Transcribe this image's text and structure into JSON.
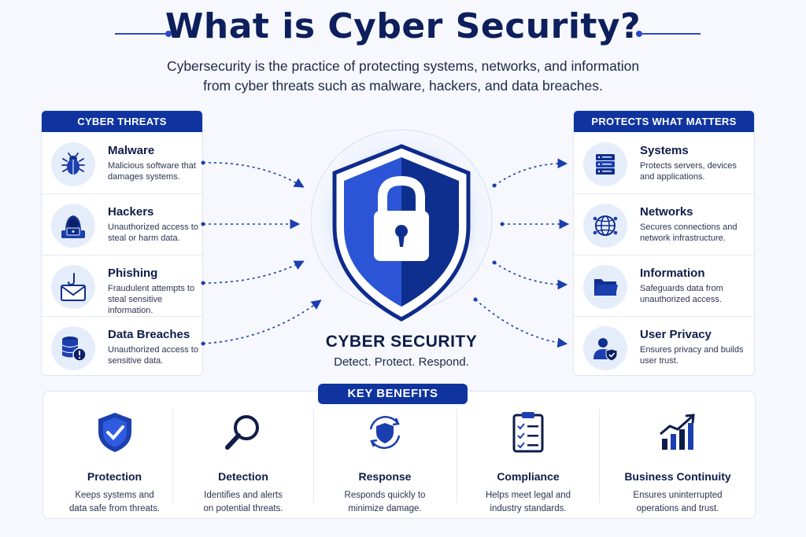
{
  "header": {
    "title": "What is Cyber Security?",
    "subtitle_line1": "Cybersecurity is the practice of protecting systems, networks, and information",
    "subtitle_line2": "from cyber threats such as malware, hackers, and data breaches."
  },
  "threats": {
    "heading": "CYBER THREATS",
    "items": [
      {
        "title": "Malware",
        "desc": "Malicious software that damages systems.",
        "icon": "bug-icon"
      },
      {
        "title": "Hackers",
        "desc": "Unauthorized access to steal or harm data.",
        "icon": "hacker-icon"
      },
      {
        "title": "Phishing",
        "desc": "Fraudulent attempts to steal sensitive information.",
        "icon": "phishing-icon"
      },
      {
        "title": "Data Breaches",
        "desc": "Unauthorized access to sensitive data.",
        "icon": "database-alert-icon"
      }
    ]
  },
  "protects": {
    "heading": "PROTECTS WHAT MATTERS",
    "items": [
      {
        "title": "Systems",
        "desc": "Protects servers, devices and applications.",
        "icon": "server-icon"
      },
      {
        "title": "Networks",
        "desc": "Secures connections and network infrastructure.",
        "icon": "globe-network-icon"
      },
      {
        "title": "Information",
        "desc": "Safeguards data from unauthorized access.",
        "icon": "folder-icon"
      },
      {
        "title": "User Privacy",
        "desc": "Ensures privacy and builds user trust.",
        "icon": "user-shield-icon"
      }
    ]
  },
  "center": {
    "label": "CYBER SECURITY",
    "tagline": "Detect. Protect. Respond.",
    "icon": "shield-lock-icon"
  },
  "benefits": {
    "heading": "KEY BENEFITS",
    "items": [
      {
        "title": "Protection",
        "desc_line1": "Keeps systems and",
        "desc_line2": "data safe from threats.",
        "icon": "shield-check-icon"
      },
      {
        "title": "Detection",
        "desc_line1": "Identifies and alerts",
        "desc_line2": "on potential threats.",
        "icon": "magnifier-icon"
      },
      {
        "title": "Response",
        "desc_line1": "Responds quickly to",
        "desc_line2": "minimize damage.",
        "icon": "shield-cycle-icon"
      },
      {
        "title": "Compliance",
        "desc_line1": "Helps meet legal and",
        "desc_line2": "industry standards.",
        "icon": "checklist-icon"
      },
      {
        "title": "Business Continuity",
        "desc_line1": "Ensures uninterrupted",
        "desc_line2": "operations and trust.",
        "icon": "growth-chart-icon"
      }
    ]
  },
  "colors": {
    "primary": "#0f34a0",
    "accent": "#2c48c8",
    "title": "#0d1f5c",
    "background": "#f6f8fd"
  }
}
